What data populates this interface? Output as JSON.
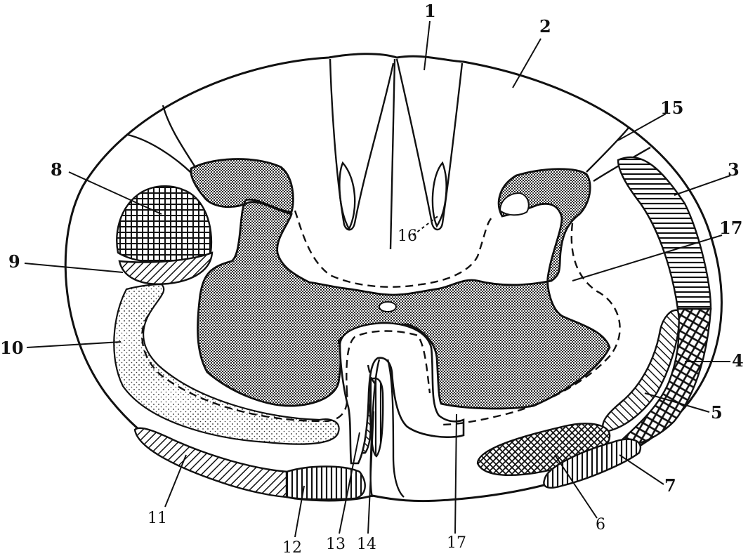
{
  "figure": {
    "labels": [
      {
        "id": "1",
        "text": "1"
      },
      {
        "id": "2",
        "text": "2"
      },
      {
        "id": "3",
        "text": "3"
      },
      {
        "id": "4",
        "text": "4"
      },
      {
        "id": "5",
        "text": "5"
      },
      {
        "id": "6",
        "text": "6"
      },
      {
        "id": "7",
        "text": "7"
      },
      {
        "id": "8",
        "text": "8"
      },
      {
        "id": "9",
        "text": "9"
      },
      {
        "id": "10",
        "text": "10"
      },
      {
        "id": "11",
        "text": "11"
      },
      {
        "id": "12",
        "text": "12"
      },
      {
        "id": "13",
        "text": "13"
      },
      {
        "id": "14",
        "text": "14"
      },
      {
        "id": "15",
        "text": "15"
      },
      {
        "id": "16",
        "text": "16"
      },
      {
        "id": "17a",
        "text": "17"
      },
      {
        "id": "17b",
        "text": "17"
      }
    ]
  }
}
